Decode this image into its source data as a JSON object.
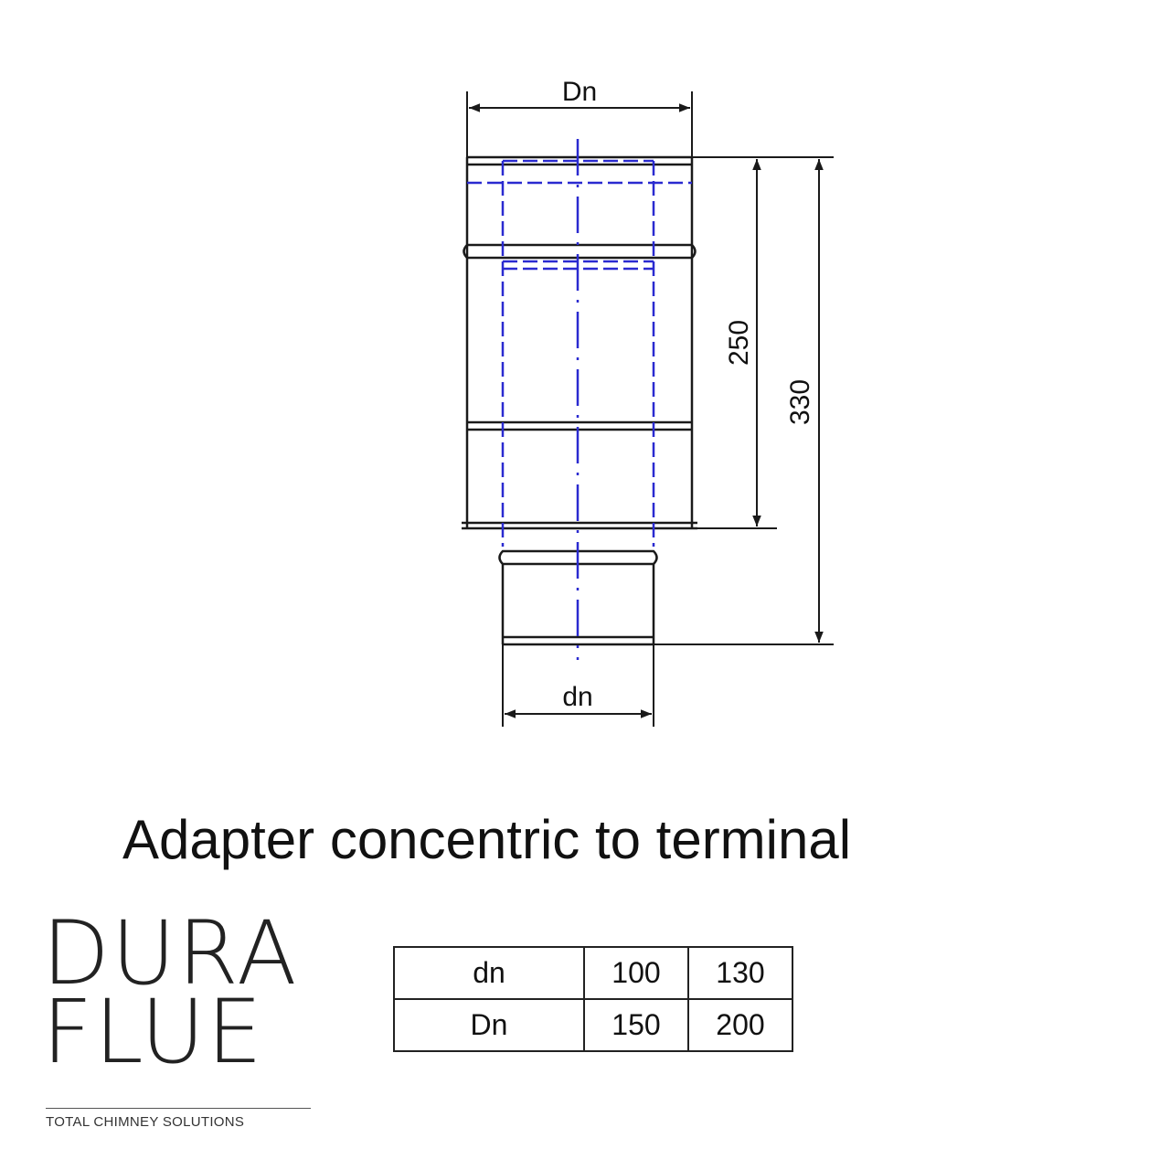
{
  "diagram": {
    "labels": {
      "outer_diameter": "Dn",
      "inner_diameter": "dn",
      "height_upper": "250",
      "height_total": "330"
    },
    "colors": {
      "outline": "#1a1a1a",
      "hidden_lines": "#2a2ad0"
    }
  },
  "title": "Adapter concentric to terminal",
  "logo": {
    "line1": "DURA",
    "line2": "FLUE",
    "tagline": "TOTAL CHIMNEY SOLUTIONS"
  },
  "table": {
    "rows": [
      {
        "label": "dn",
        "values": [
          "100",
          "130"
        ]
      },
      {
        "label": "Dn",
        "values": [
          "150",
          "200"
        ]
      }
    ]
  }
}
